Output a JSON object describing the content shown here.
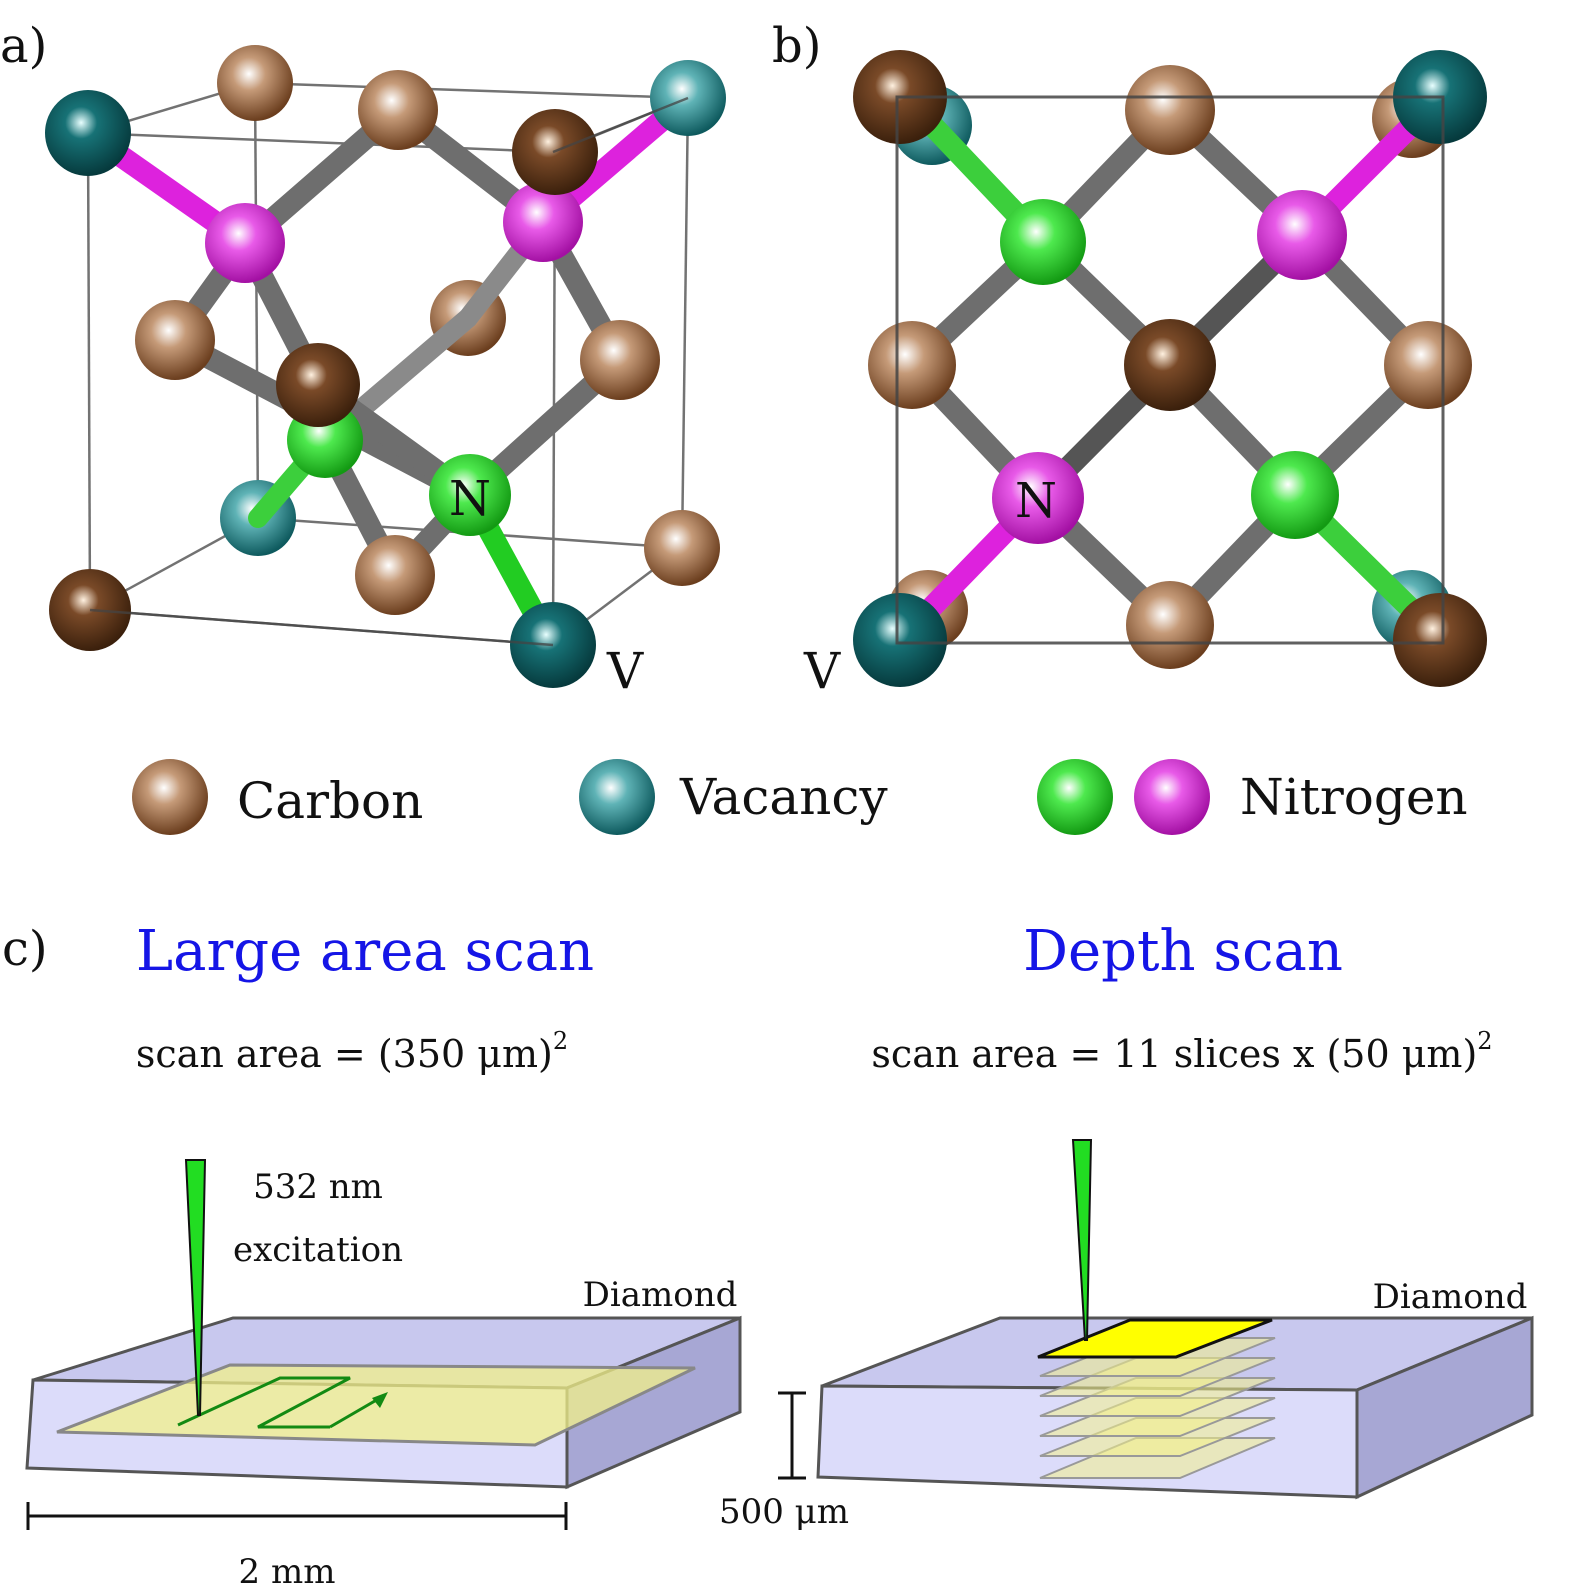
{
  "panels": {
    "a": "a)",
    "b": "b)",
    "c": "c)"
  },
  "atom_labels": {
    "n_a": "N",
    "v_a": "V",
    "n_b": "N",
    "v_b": "V"
  },
  "legend": {
    "carbon": "Carbon",
    "vacancy": "Vacancy",
    "nitrogen": "Nitrogen"
  },
  "colors": {
    "carbon": "#8a5a3a",
    "carbon_dark": "#5a3318",
    "vacancy": "#2a8a90",
    "vacancy_dark": "#0f5a5e",
    "nitrogen_green": "#2ed42e",
    "nitrogen_magenta": "#e02ee0",
    "bond": "#707070",
    "scan_title": "#1515e6",
    "diamond_fill": "#c8c8ee",
    "scan_plane": "#f2f08a",
    "laser": "#22dd22"
  },
  "large_scan": {
    "title": "Large area scan",
    "area_prefix": "scan area = (350 μm)",
    "area_exp": "2",
    "laser_line1": "532 nm",
    "laser_line2": "excitation",
    "diamond": "Diamond",
    "width": "2 mm"
  },
  "depth_scan": {
    "title": "Depth scan",
    "area_prefix": "scan area = 11 slices x (50 μm)",
    "area_exp": "2",
    "diamond": "Diamond",
    "thickness": "500 μm"
  }
}
